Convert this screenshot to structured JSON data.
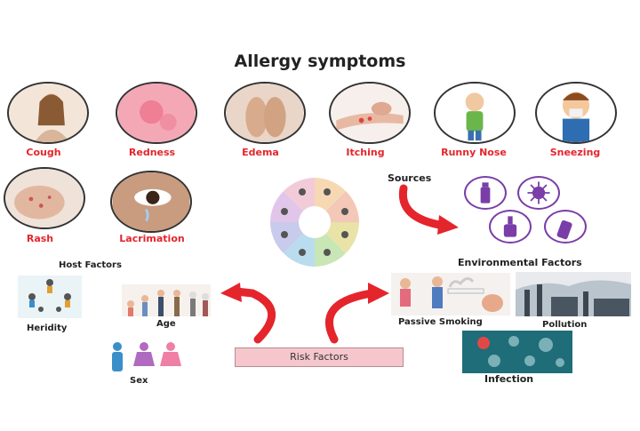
{
  "title": "Allergy symptoms",
  "symptoms": [
    {
      "label": "Cough",
      "icon": "coughing-person-icon"
    },
    {
      "label": "Redness",
      "icon": "red-skin-icon"
    },
    {
      "label": "Edema",
      "icon": "swollen-feet-icon"
    },
    {
      "label": "Itching",
      "icon": "itching-arm-icon"
    },
    {
      "label": "Runny Nose",
      "icon": "runny-nose-child-icon"
    },
    {
      "label": "Sneezing",
      "icon": "sneezing-boy-icon"
    },
    {
      "label": "Rash",
      "icon": "rash-skin-icon"
    },
    {
      "label": "Lacrimation",
      "icon": "teary-eye-icon"
    }
  ],
  "sources": {
    "label": "Sources",
    "icons": [
      "spray-bottle-icon",
      "virus-icon",
      "nail-polish-icon",
      "aerosol-can-icon"
    ]
  },
  "environmental_factors": {
    "label": "Environmental Factors",
    "items": [
      "Passive Smoking",
      "Pollution",
      "Infection"
    ]
  },
  "host_factors": {
    "label": "Host Factors",
    "items": [
      "Heridity",
      "Age",
      "Sex"
    ]
  },
  "risk_factors": "Risk Factors",
  "colors": {
    "symptom_label": "#e4252c",
    "arrow": "#e4252c",
    "source_icon": "#7a3ea8",
    "risk_box": "#f5c6cc"
  }
}
